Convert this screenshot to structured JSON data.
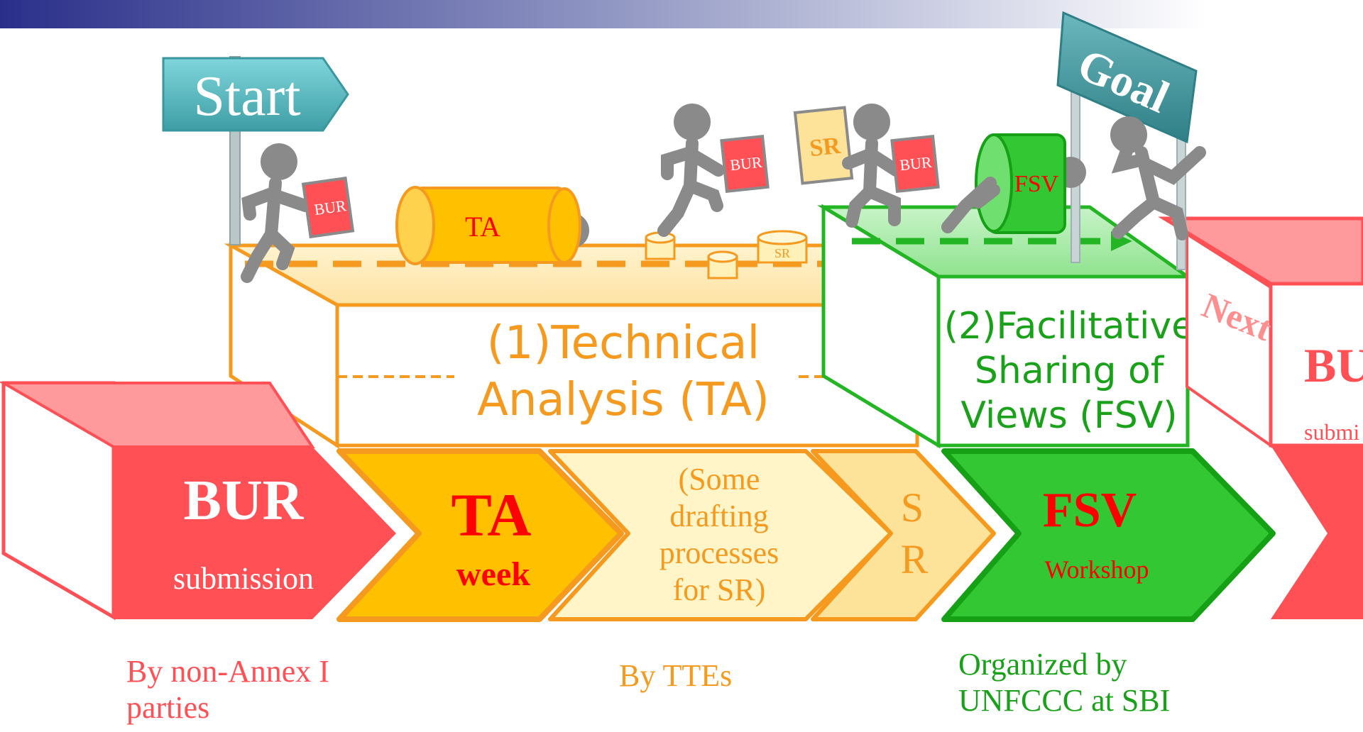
{
  "colors": {
    "bur_red": "#ff5056",
    "bur_red_light": "#ff9a9c",
    "ta_orange": "#f59a1e",
    "ta_amber": "#ffc000",
    "ta_light": "#fff5c8",
    "sr_light": "#fde29a",
    "fsv_green": "#23b523",
    "fsv_green_light": "#8fe38f",
    "fsv_text_green": "#1aa11a",
    "sign_teal": "#4fb6bd",
    "goal_teal": "#3e8f96",
    "figure_gray": "#8a8a8a",
    "accent_red": "#ff0000"
  },
  "signs": {
    "start": "Start",
    "goal": "Goal"
  },
  "props": {
    "ta_roller": "TA",
    "fsv_roller": "FSV",
    "bur_doc_1": "BUR",
    "bur_doc_2": "BUR",
    "bur_doc_3": "BUR",
    "sr_doc": "SR",
    "sr_cylinder": "SR"
  },
  "platforms": {
    "ta_title_1": "(1)Technical",
    "ta_title_2": "Analysis (TA)",
    "fsv_title_1": "(2)Facilitative",
    "fsv_title_2": "Sharing of",
    "fsv_title_3": "Views (FSV)",
    "next": "Next"
  },
  "arrows": {
    "bur_title": "BUR",
    "bur_sub": "submission",
    "ta_title": "TA",
    "ta_sub": "week",
    "draft_1": "(Some",
    "draft_2": "drafting",
    "draft_3": "processes",
    "draft_4": "for SR)",
    "sr_1": "S",
    "sr_2": "R",
    "fsv_title": "FSV",
    "fsv_sub": "Workshop",
    "next_title": "BU",
    "next_sub": "submi"
  },
  "captions": {
    "non_annex_1": "By non-Annex I",
    "non_annex_2": "parties",
    "ttes": "By TTEs",
    "unfccc_1": "Organized by",
    "unfccc_2": "UNFCCC at SBI"
  }
}
